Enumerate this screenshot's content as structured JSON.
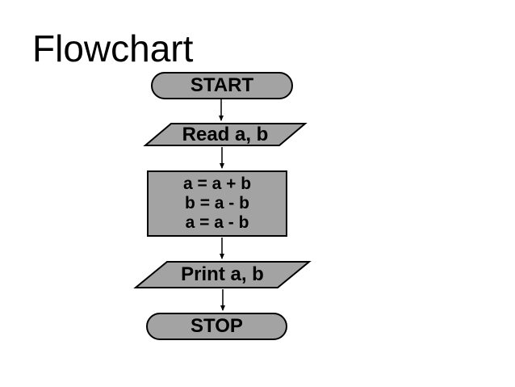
{
  "slide": {
    "title": "Flowchart",
    "background": "#FFFFFF"
  },
  "colors": {
    "shape_fill": "#A3A3A3",
    "shape_border": "#000000",
    "arrow": "#000000",
    "text": "#000000"
  },
  "flowchart": {
    "nodes": [
      {
        "type": "terminator",
        "label": "START"
      },
      {
        "type": "input",
        "label": "Read a, b"
      },
      {
        "type": "process",
        "lines": [
          "a = a + b",
          "b = a - b",
          "a = a - b"
        ]
      },
      {
        "type": "output",
        "label": "Print a, b"
      },
      {
        "type": "terminator",
        "label": "STOP"
      }
    ],
    "connections": [
      "START -> Read a, b",
      "Read a, b -> process",
      "process -> Print a, b",
      "Print a, b -> STOP"
    ]
  }
}
